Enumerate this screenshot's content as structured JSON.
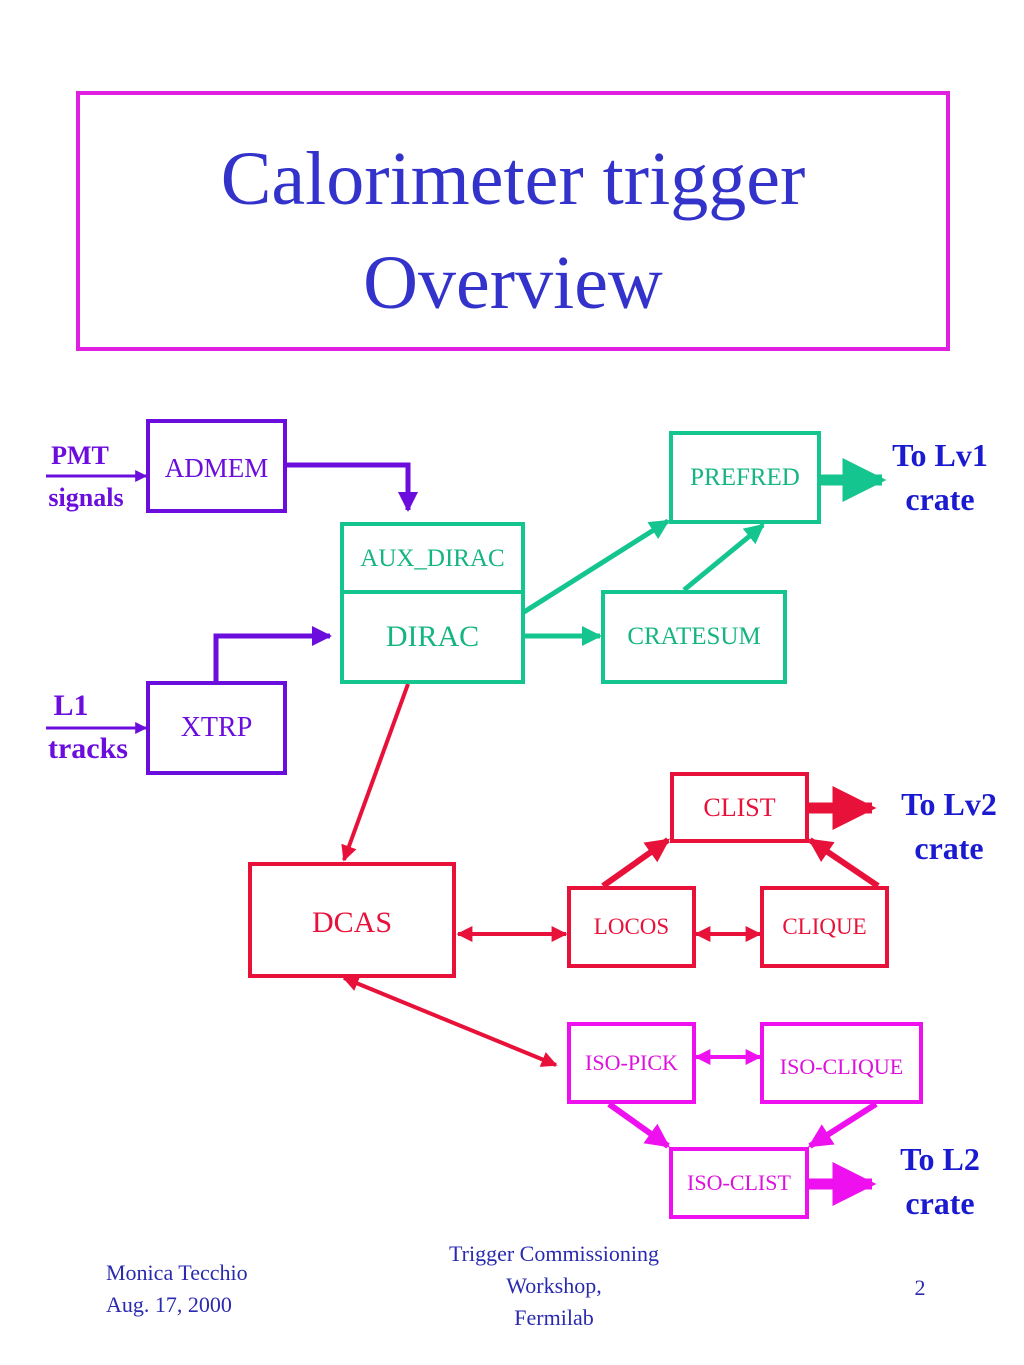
{
  "slide": {
    "title_line1": "Calorimeter trigger",
    "title_line2": "Overview"
  },
  "labels": {
    "pmt": "PMT",
    "signals": "signals",
    "l1": "L1",
    "tracks": "tracks",
    "to_lv1": "To Lv1",
    "to_lv1_crate": "crate",
    "to_lv2": "To Lv2",
    "to_lv2_crate": "crate",
    "to_l2": "To L2",
    "to_l2_crate": "crate"
  },
  "boxes": {
    "admem": "ADMEM",
    "xtrp": "XTRP",
    "aux_dirac": "AUX_DIRAC",
    "dirac": "DIRAC",
    "prefred": "PREFRED",
    "cratesum": "CRATESUM",
    "clist": "CLIST",
    "dcas": "DCAS",
    "locos": "LOCOS",
    "clique": "CLIQUE",
    "iso_pick": "ISO-PICK",
    "iso_clique": "ISO-CLIQUE",
    "iso_clist": "ISO-CLIST"
  },
  "colors": {
    "title": "#3333cc",
    "title_border": "#e020e0",
    "input_path": "#6a0ddd",
    "lv1_path": "#14c58f",
    "lv2_path": "#e8113a",
    "iso_path": "#ee10ee",
    "output_labels": "#1a1ad0"
  },
  "footer": {
    "author": "Monica Tecchio",
    "date": "Aug. 17, 2000",
    "event_line1": "Trigger Commissioning",
    "event_line2": "Workshop,",
    "event_line3": "Fermilab",
    "page_number": "2"
  }
}
